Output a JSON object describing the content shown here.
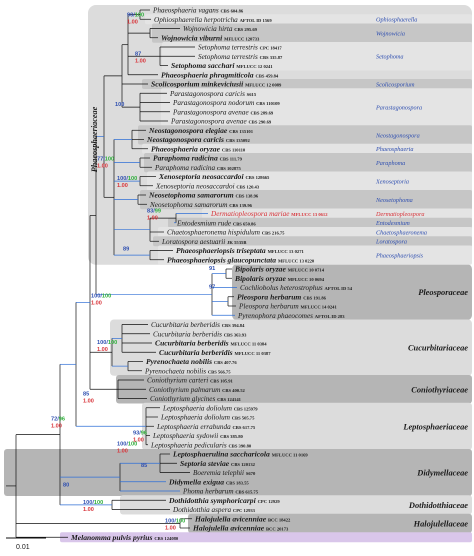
{
  "colors": {
    "family_box_dark": "#b5b5b5",
    "family_box_light": "#dcdcdc",
    "genus_box": "#c6c6c6",
    "genus_box_light": "#e4e4e4",
    "outgroup_box": "#d9c6ea",
    "branch": "#111111",
    "highlight_branch": "#2f6fd6",
    "support_ml": "#2f4fb0",
    "support_bs": "#2eae3a",
    "support_pp": "#d8343a",
    "genus_label": "#2f4fb0",
    "new_taxon": "#d8343a"
  },
  "taxa": [
    {
      "name": "Phaeosphaeria vagans",
      "voucher": "CBS 604.86",
      "bold": false
    },
    {
      "name": "Ophiosphaerella herpotricha",
      "voucher": "AFTOL ID 1569",
      "bold": false
    },
    {
      "name": "Wojnowicia hirta",
      "voucher": "CBS 295.69",
      "bold": false
    },
    {
      "name": "Wojnowicia viburni",
      "voucher": "MFLUCC 120733",
      "bold": true
    },
    {
      "name": "Setophoma terrestris",
      "voucher": "CPC 18417",
      "bold": false
    },
    {
      "name": "Setophoma terrestris",
      "voucher": "CBS 335.87",
      "bold": false
    },
    {
      "name": "Setophoma sacchari",
      "voucher": "MFLUCC 12 0241",
      "bold": true
    },
    {
      "name": "Phaeosphaeria phragmiticola",
      "voucher": "CBS 459.84",
      "bold": true
    },
    {
      "name": "Scolicosporium minkeviciusii",
      "voucher": "MFLUCC 12 0089",
      "bold": true
    },
    {
      "name": "Parastagonospora caricis",
      "voucher": "S615",
      "bold": false
    },
    {
      "name": "Parastagonospora nodorum",
      "voucher": "CBS 110109",
      "bold": false
    },
    {
      "name": "Parastagonospora avenae",
      "voucher": "CBS 289.69",
      "bold": false
    },
    {
      "name": "Parastagonospora avenae",
      "voucher": "CBS 290.69",
      "bold": false
    },
    {
      "name": "Neostagonospora elegiae",
      "voucher": "CBS 135101",
      "bold": true
    },
    {
      "name": "Neostagonospora caricis",
      "voucher": "CBS 135092",
      "bold": true
    },
    {
      "name": "Phaeosphaeria oryzae",
      "voucher": "CBS 110110",
      "bold": true
    },
    {
      "name": "Paraphoma radicina",
      "voucher": "CBS 111.79",
      "bold": true
    },
    {
      "name": "Paraphoma radicina",
      "voucher": "CBS 102875",
      "bold": false
    },
    {
      "name": "Xenoseptoria neosaccardoi",
      "voucher": "CBS 128665",
      "bold": true
    },
    {
      "name": "Xenoseptoria neosaccardoi",
      "voucher": "CBS 120.43",
      "bold": false
    },
    {
      "name": "Neosetophoma samarorum",
      "voucher": "CBS 138.96",
      "bold": true
    },
    {
      "name": "Neosetophoma samarorum",
      "voucher": "CBS 139.96",
      "bold": false
    },
    {
      "name": "Dermatiopleospora mariae",
      "voucher": "MFLUCC 13 0612",
      "bold": false,
      "red": true
    },
    {
      "name": "Entodesmium rude",
      "voucher": "CBS 650.86",
      "bold": false
    },
    {
      "name": "Chaetosphaeronema hispidulum",
      "voucher": "CBS 216.75",
      "bold": false
    },
    {
      "name": "Loratospora aestuarii",
      "voucher": "JK 5535B",
      "bold": false
    },
    {
      "name": "Phaeosphaeriopsis triseptata",
      "voucher": "MFLUCC 13 0271",
      "bold": true
    },
    {
      "name": "Phaeosphaeriopsis glaucopunctata",
      "voucher": "MFLUCC 13 0220",
      "bold": true
    },
    {
      "name": "Bipolaris oryzae",
      "voucher": "MFLUCC 10 0714",
      "bold": true
    },
    {
      "name": "Bipolaris oryzae",
      "voucher": "MFLUCC 10 0694",
      "bold": true
    },
    {
      "name": "Cochliobolus heterostrophus",
      "voucher": "AFTOL ID 54",
      "bold": false
    },
    {
      "name": "Pleospora herbarum",
      "voucher": "CBS 191.86",
      "bold": true
    },
    {
      "name": "Pleospora herbarum",
      "voucher": "MFLUCC 14 0241",
      "bold": false
    },
    {
      "name": "Pyrenophora phaeocomes",
      "voucher": "AFTOL ID 283",
      "bold": false
    },
    {
      "name": "Cucurbitaria berberidis",
      "voucher": "CBS 394.84",
      "bold": false
    },
    {
      "name": "Cucurbitaria berberidis",
      "voucher": "CBS 363.93",
      "bold": false
    },
    {
      "name": "Cucurbitaria berberidis",
      "voucher": "MFLUCC 11 0384",
      "bold": true
    },
    {
      "name": "Cucurbitaria berberidis",
      "voucher": "MFLUCC 11 0387",
      "bold": true
    },
    {
      "name": "Pyrenochaeta nobilis",
      "voucher": "CBS 407.76",
      "bold": true
    },
    {
      "name": "Pyrenochaeta nobilis",
      "voucher": "CBS 566.75",
      "bold": false
    },
    {
      "name": "Coniothyrium carteri",
      "voucher": "CBS 105.91",
      "bold": false
    },
    {
      "name": "Coniothyrium palmarum",
      "voucher": "CBS 400.52",
      "bold": false
    },
    {
      "name": "Coniothyrium glycines",
      "voucher": "CBS 124141",
      "bold": false
    },
    {
      "name": "Leptosphaeria doliolum",
      "voucher": "CBS 125979",
      "bold": false
    },
    {
      "name": "Leptosphaeria doliolum",
      "voucher": "CBS 505.75",
      "bold": false
    },
    {
      "name": "Leptosphaeria errabunda",
      "voucher": "CBS 617.75",
      "bold": false
    },
    {
      "name": "Leptosphaeria sydowii",
      "voucher": "CBS 385.80",
      "bold": false
    },
    {
      "name": "Leptosphaeria pedicularis",
      "voucher": "CBS 390.80",
      "bold": false
    },
    {
      "name": "Leptosphaerulina saccharicola",
      "voucher": "MFLUCC 11 0169",
      "bold": true
    },
    {
      "name": "Septoria steviae",
      "voucher": "CBS 120132",
      "bold": true
    },
    {
      "name": "Boeremia telephii",
      "voucher": "S670",
      "bold": false
    },
    {
      "name": "Didymella exigua",
      "voucher": "CBS 183.55",
      "bold": true
    },
    {
      "name": "Phoma herbarum",
      "voucher": "CBS 615.75",
      "bold": false
    },
    {
      "name": "Dothidotthia symphoricarpi",
      "voucher": "CPC 12929",
      "bold": true
    },
    {
      "name": "Dothidotthia aspera",
      "voucher": "CPC 12933",
      "bold": false
    },
    {
      "name": "Halojulella avicenniae",
      "voucher": "BCC 18422",
      "bold": true
    },
    {
      "name": "Halojulella avicenniae",
      "voucher": "BCC 20173",
      "bold": true
    },
    {
      "name": "Melanomma pulvis pyrius",
      "voucher": "CBS 124080",
      "bold": true
    }
  ],
  "genus_labels": [
    {
      "text": "Ophiosphaerella",
      "row": 1
    },
    {
      "text": "Wojnowicia",
      "row": 2.5
    },
    {
      "text": "Setophoma",
      "row": 5
    },
    {
      "text": "Scolicosporium",
      "row": 8
    },
    {
      "text": "Parastagonospora",
      "row": 10.5
    },
    {
      "text": "Neostagonospora",
      "row": 13.5
    },
    {
      "text": "Phaeosphaeria",
      "row": 15
    },
    {
      "text": "Paraphoma",
      "row": 16.5
    },
    {
      "text": "Xenoseptoria",
      "row": 18.5
    },
    {
      "text": "Neosetophoma",
      "row": 20.5
    },
    {
      "text": "Dermatiopleospora",
      "row": 22,
      "red": true
    },
    {
      "text": "Entodesmium",
      "row": 23
    },
    {
      "text": "Chaetosphaeronema",
      "row": 24
    },
    {
      "text": "Loratospora",
      "row": 25
    },
    {
      "text": "Phaeosphaeriopsis",
      "row": 26.5
    }
  ],
  "family_labels": [
    {
      "text": "Phaeosphaeriaceae",
      "rotated": true
    },
    {
      "text": "Pleosporaceae",
      "row": 30.5
    },
    {
      "text": "Cucurbitariaceae",
      "row": 36.5
    },
    {
      "text": "Coniothyriaceae",
      "row": 41
    },
    {
      "text": "Leptosphaeriaceae",
      "row": 45
    },
    {
      "text": "Didymellaceae",
      "row": 50
    },
    {
      "text": "Dothidotthiaceae",
      "row": 53.5
    },
    {
      "text": "Halojulellaceae",
      "row": 55.5
    }
  ],
  "supports": [
    {
      "ml": "90",
      "bs": "100",
      "pp": "1.00",
      "row": 0.8
    },
    {
      "ml": "87",
      "bs": "",
      "pp": "1.00",
      "row": 5
    },
    {
      "ml": "100",
      "bs": "",
      "pp": "",
      "row": 10.5
    },
    {
      "ml": "77",
      "bs": "100",
      "pp": "1.00",
      "row": 16.4
    },
    {
      "ml": "100",
      "bs": "100",
      "pp": "1.00",
      "row": 18.5
    },
    {
      "ml": "83",
      "bs": "99",
      "pp": "1.00",
      "row": 22
    },
    {
      "ml": "89",
      "bs": "",
      "pp": "",
      "row": 26.1
    },
    {
      "ml": "91",
      "bs": "",
      "pp": "",
      "row": 28.2
    },
    {
      "ml": "97",
      "bs": "",
      "pp": "",
      "row": 30.2
    },
    {
      "ml": "100",
      "bs": "100",
      "pp": "1.00",
      "row": 31.2
    },
    {
      "ml": "100",
      "bs": "100",
      "pp": "1.00",
      "row": 36.2
    },
    {
      "ml": "85",
      "bs": "",
      "pp": "1.00",
      "row": 41.8
    },
    {
      "ml": "72",
      "bs": "96",
      "pp": "1.00",
      "row": 44.5
    },
    {
      "ml": "93",
      "bs": "96",
      "pp": "1.00",
      "row": 46
    },
    {
      "ml": "100",
      "bs": "100",
      "pp": "1.00",
      "row": 47.2
    },
    {
      "ml": "85",
      "bs": "",
      "pp": "",
      "row": 49.5
    },
    {
      "ml": "80",
      "bs": "",
      "pp": "",
      "row": 51.6
    },
    {
      "ml": "100",
      "bs": "100",
      "pp": "1.00",
      "row": 53.5
    },
    {
      "ml": "100",
      "bs": "100",
      "pp": "1.00",
      "row": 55.5
    }
  ],
  "scale_bar": {
    "label": "0.01"
  }
}
